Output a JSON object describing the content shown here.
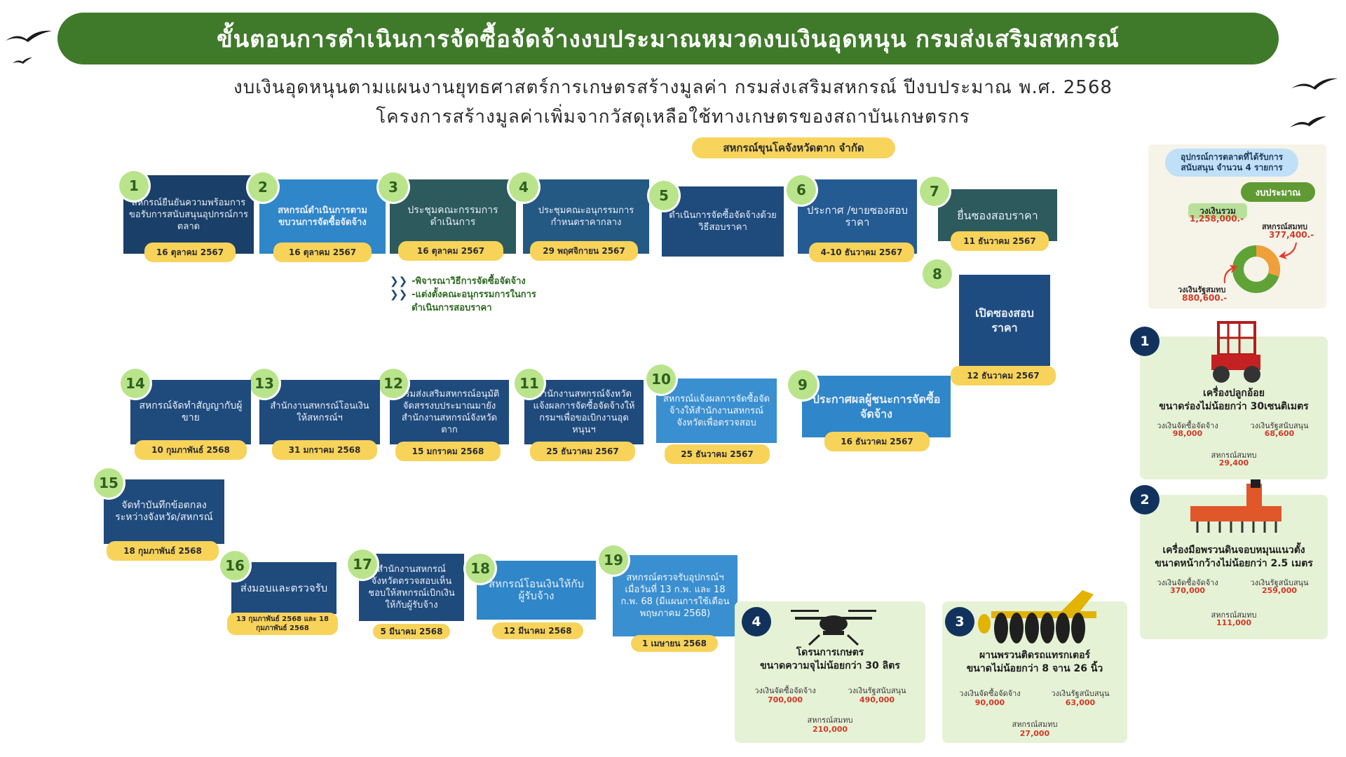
{
  "title": "ขั้นตอนการดำเนินการจัดซื้อจัดจ้างงบประมาณหมวดงบเงินอุดหนุน กรมส่งเสริมสหกรณ์",
  "subtitle1": "งบเงินอุดหนุนตามแผนงานยุทธศาสตร์การเกษตรสร้างมูลค่า กรมส่งเสริมสหกรณ์ ปีงบประมาณ พ.ศ. 2568",
  "subtitle2": "โครงการสร้างมูลค่าเพิ่มจากวัสดุเหลือใช้ทางเกษตรของสถาบันเกษตรกร",
  "cooperative": "สหกรณ์ขุนโคจังหวัดตาก จำกัด",
  "steps": [
    {
      "n": "1",
      "text": "สหกรณ์ยืนยันความพร้อมการขอรับการสนับสนุนอุปกรณ์การตลาด",
      "date": "16 ตุลาคม 2567"
    },
    {
      "n": "2",
      "text": "สหกรณ์ดำเนินการตามขบวนการจัดซื้อจัดจ้าง",
      "date": "16 ตุลาคม 2567"
    },
    {
      "n": "3",
      "text": "ประชุมคณะกรรมการดำเนินการ",
      "date": "16 ตุลาคม 2567"
    },
    {
      "n": "4",
      "text": "ประชุมคณะอนุกรรมการกำหนดราคากลาง",
      "date": "29 พฤศจิกายน 2567"
    },
    {
      "n": "5",
      "text": "ดำเนินการจัดซื้อจัดจ้างด้วยวิธีสอบราคา",
      "date": ""
    },
    {
      "n": "6",
      "text": "ประกาศ /ขายซองสอบราคา",
      "date": "4-10 ธันวาคม 2567"
    },
    {
      "n": "7",
      "text": "ยื่นซองสอบราคา",
      "date": "11 ธันวาคม 2567"
    },
    {
      "n": "8",
      "text": "เปิดซองสอบราคา",
      "date": "12 ธันวาคม 2567"
    },
    {
      "n": "9",
      "text": "ประกาศผลผู้ชนะการจัดซื้อจัดจ้าง",
      "date": "16 ธันวาคม 2567"
    },
    {
      "n": "10",
      "text": "สหกรณ์แจ้งผลการจัดซื้อจัดจ้างให้สำนักงานสหกรณ์จังหวัดเพื่อตรวจสอบ",
      "date": "25 ธันวาคม 2567"
    },
    {
      "n": "11",
      "text": "สำนักงานสหกรณ์จังหวัดแจ้งผลการจัดซื้อจัดจ้างให้กรมฯเพื่อขอเบิกงานอุดหนุนฯ",
      "date": "25 ธันวาคม 2567"
    },
    {
      "n": "12",
      "text": "กรมส่งเสริมสหกรณ์อนุมัติจัดสรรงบประมาณมายังสำนักงานสหกรณ์จังหวัดตาก",
      "date": "15 มกราคม 2568"
    },
    {
      "n": "13",
      "text": "สำนักงานสหกรณ์โอนเงินให้สหกรณ์ฯ",
      "date": "31 มกราคม 2568"
    },
    {
      "n": "14",
      "text": "สหกรณ์จัดทำสัญญากับผู้ขาย",
      "date": "10 กุมภาพันธ์ 2568"
    },
    {
      "n": "15",
      "text": "จัดทำบันทึกข้อตกลงระหว่างจังหวัด/สหกรณ์",
      "date": "18 กุมภาพันธ์ 2568"
    },
    {
      "n": "16",
      "text": "ส่งมอบและตรวจรับ",
      "date": "13 กุมภาพันธ์ 2568 และ 18 กุมภาพันธ์ 2568"
    },
    {
      "n": "17",
      "text": "สำนักงานสหกรณ์จังหวัดตรวจสอบเห็นชอบให้สหกรณ์เบิกเงินให้กับผู้รับจ้าง",
      "date": "5 มีนาคม 2568"
    },
    {
      "n": "18",
      "text": "สหกรณ์โอนเงินให้กับผู้รับจ้าง",
      "date": "12 มีนาคม 2568"
    },
    {
      "n": "19",
      "text": "สหกรณ์ตรวจรับอุปกรณ์ฯ เมื่อวันที่ 13 ก.พ. และ 18 ก.พ. 68 (มีแผนการใช้เดือนพฤษภาคม 2568)",
      "date": "1 เมษายน 2568"
    }
  ],
  "notes": [
    "-พิจารณาวิธีการจัดซื้อจัดจ้าง",
    "-แต่งตั้งคณะอนุกรรมการในการดำเนินการสอบราคา"
  ],
  "budget": {
    "header": "อุปกรณ์การตลาดที่ได้รับการสนับสนุน จำนวน 4 รายการ",
    "label": "งบประมาณ",
    "total_label": "วงเงินรวม",
    "total_value": "1,258,000.-",
    "coop_label": "สหกรณ์สมทบ",
    "coop_value": "377,400.-",
    "gov_label": "วงเงินรัฐสมทบ",
    "gov_value": "880,600.-",
    "donut": {
      "gov": 880600,
      "coop": 377400,
      "gov_color": "#5fa336",
      "coop_color": "#f0a03a"
    }
  },
  "equipment": [
    {
      "n": "1",
      "name": "เครื่องปลูกอ้อย",
      "spec": "ขนาดร่องไม่น้อยกว่า 30เซนติเมตร",
      "proc_label": "วงเงินจัดซื้อจัดจ้าง",
      "proc": "98,000",
      "gov_label": "วงเงินรัฐสนับสนุน",
      "gov": "68,600",
      "coop_label": "สหกรณ์สมทบ",
      "coop": "29,400"
    },
    {
      "n": "2",
      "name": "เครื่องมือพรวนดินจอบหมุนแนวตั้ง",
      "spec": "ขนาดหน้ากว้างไม่น้อยกว่า 2.5 เมตร",
      "proc_label": "วงเงินจัดซื้อจัดจ้าง",
      "proc": "370,000",
      "gov_label": "วงเงินรัฐสนับสนุน",
      "gov": "259,000",
      "coop_label": "สหกรณ์สมทบ",
      "coop": "111,000"
    },
    {
      "n": "3",
      "name": "ผานพรวนติดรถแทรกเตอร์",
      "spec": "ขนาดไม่น้อยกว่า 8 จาน 26 นิ้ว",
      "proc_label": "วงเงินจัดซื้อจัดจ้าง",
      "proc": "90,000",
      "gov_label": "วงเงินรัฐสนับสนุน",
      "gov": "63,000",
      "coop_label": "สหกรณ์สมทบ",
      "coop": "27,000"
    },
    {
      "n": "4",
      "name": "โดรนการเกษตร",
      "spec": "ขนาดความจุไม่น้อยกว่า 30 ลิตร",
      "proc_label": "วงเงินจัดซื้อจัดจ้าง",
      "proc": "700,000",
      "gov_label": "วงเงินรัฐสนับสนุน",
      "gov": "490,000",
      "coop_label": "สหกรณ์สมทบ",
      "coop": "210,000"
    }
  ]
}
